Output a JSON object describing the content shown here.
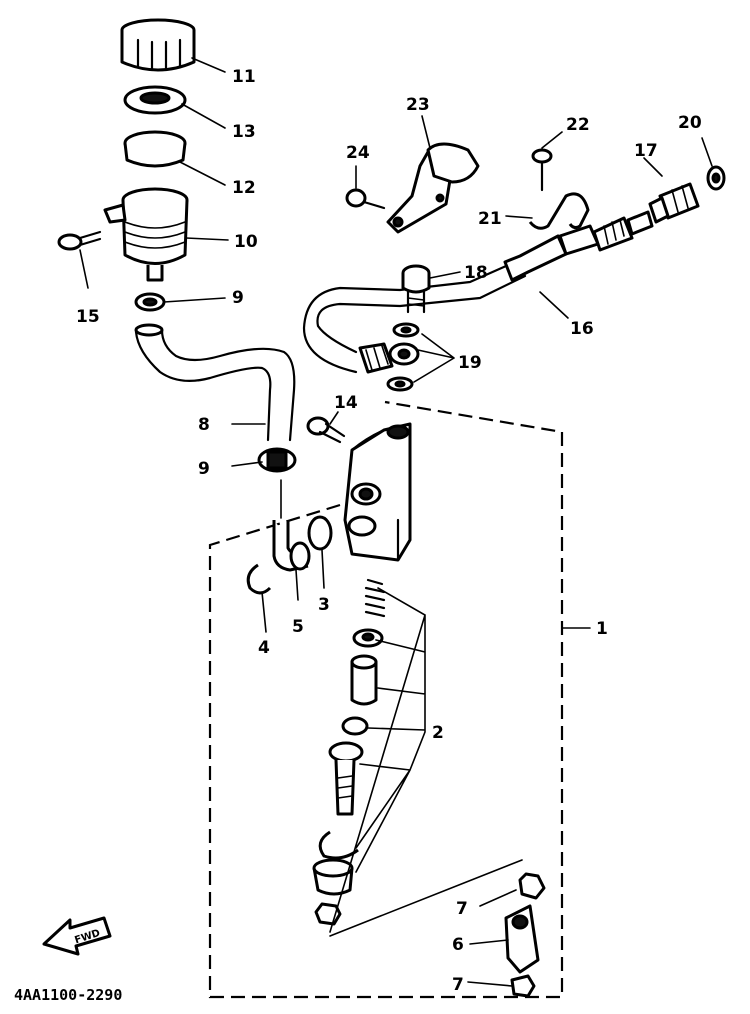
{
  "diagram": {
    "drawing_code": "4AA1100-2290",
    "forward_marker": "FWD",
    "labels": {
      "p1": "1",
      "p2": "2",
      "p3": "3",
      "p4": "4",
      "p5": "5",
      "p6": "6",
      "p7a": "7",
      "p7b": "7",
      "p8": "8",
      "p9a": "9",
      "p9b": "9",
      "p10": "10",
      "p11": "11",
      "p12": "12",
      "p13": "13",
      "p14": "14",
      "p15": "15",
      "p16": "16",
      "p17": "17",
      "p18": "18",
      "p19": "19",
      "p20": "20",
      "p21": "21",
      "p22": "22",
      "p23": "23",
      "p24": "24"
    }
  }
}
